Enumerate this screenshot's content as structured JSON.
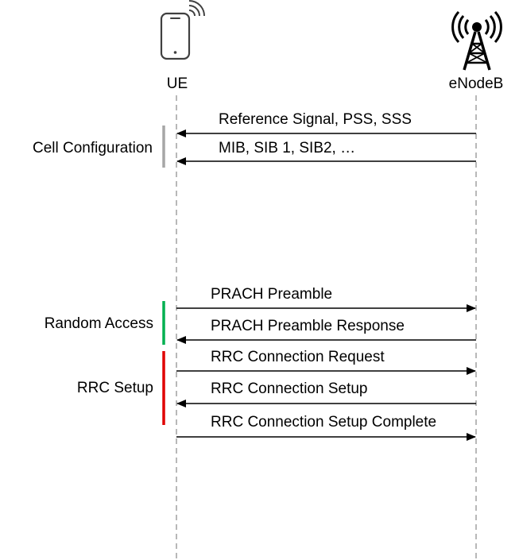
{
  "participants": {
    "ue": "UE",
    "enodeb": "eNodeB"
  },
  "phases": [
    {
      "label": "Cell Configuration",
      "color": "#a6a6a6"
    },
    {
      "label": "Random Access",
      "color": "#00b050"
    },
    {
      "label": "RRC Setup",
      "color": "#e00000"
    }
  ],
  "messages": [
    {
      "label": "Reference Signal, PSS, SSS",
      "direction": "to-ue"
    },
    {
      "label": "MIB, SIB 1, SIB2, …",
      "direction": "to-ue"
    },
    {
      "label": "PRACH Preamble",
      "direction": "to-enodeb"
    },
    {
      "label": "PRACH Preamble Response",
      "direction": "to-ue"
    },
    {
      "label": "RRC Connection Request",
      "direction": "to-enodeb"
    },
    {
      "label": "RRC Connection Setup",
      "direction": "to-ue"
    },
    {
      "label": "RRC Connection Setup Complete",
      "direction": "to-enodeb"
    }
  ],
  "icons": {
    "ue": "mobile-phone-icon",
    "enodeb": "cell-tower-icon"
  }
}
